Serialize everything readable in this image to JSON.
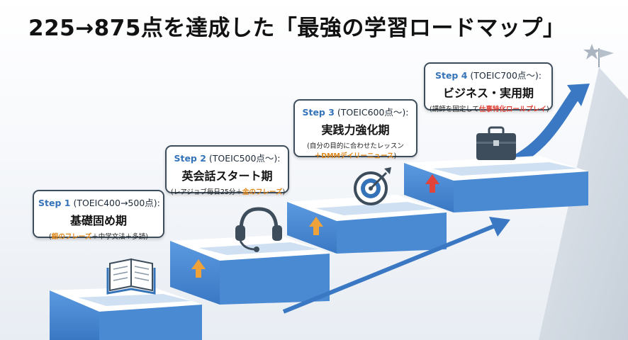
{
  "title": "225→875点を達成した「最強の学習ロードマップ」",
  "steps": [
    {
      "step": "Step 1",
      "range": "(TOEIC400→500点):",
      "name": "基礎固め期",
      "detail_pre": "(",
      "detail_hl": "銀のフレーズ",
      "detail_post": "＋中学文法＋多読)",
      "icon": "open-book-icon"
    },
    {
      "step": "Step 2",
      "range": "(TOEIC500点〜):",
      "name": "英会話スタート期",
      "detail_pre": "(レアジョブ毎日25分＋",
      "detail_hl": "金のフレーズ",
      "detail_post": ")",
      "icon": "headset-icon"
    },
    {
      "step": "Step 3",
      "range": "(TOEIC600点〜):",
      "name": "実践力強化期",
      "detail_pre": "(自分の目的に合わせたレッスン",
      "detail_hl": "＋DMMデイリーニュース",
      "detail_post": ")",
      "icon": "target-icon"
    },
    {
      "step": "Step 4",
      "range": "(TOEIC700点〜):",
      "name": "ビジネス・実用期",
      "detail_pre": "(講師を固定して",
      "detail_hl": "仕事特化ロールプレイ",
      "detail_post": ")",
      "icon": "briefcase-icon"
    }
  ],
  "colors": {
    "accent": "#3573b9",
    "stair": "#4a8ad3",
    "highlight": "#e0881c",
    "red": "#e0443a"
  }
}
